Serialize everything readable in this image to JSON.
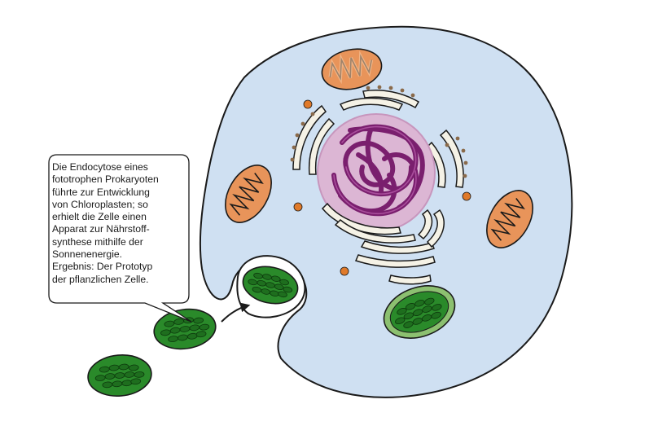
{
  "caption": {
    "lines": [
      "Die Endocytose eines",
      "fototrophen Prokaryoten",
      "führte zur Entwicklung",
      "von Chloroplasten; so",
      "erhielt die Zelle einen",
      "Apparat zur Nährstoff-",
      "synthese mithilfe der",
      "Sonnenenergie.",
      "Ergebnis: Der Prototyp",
      "der pflanzlichen Zelle."
    ]
  },
  "colors": {
    "cytoplasm": "#cfe0f2",
    "outline": "#1a1a1a",
    "mitochondrion": "#e8945a",
    "nucleus_halo": "#dcb6d4",
    "chromatin": "#7a1f6e",
    "chloroplast": "#2a8a2a",
    "vesicle": "#e07a2a",
    "er": "#f5f2e6"
  }
}
